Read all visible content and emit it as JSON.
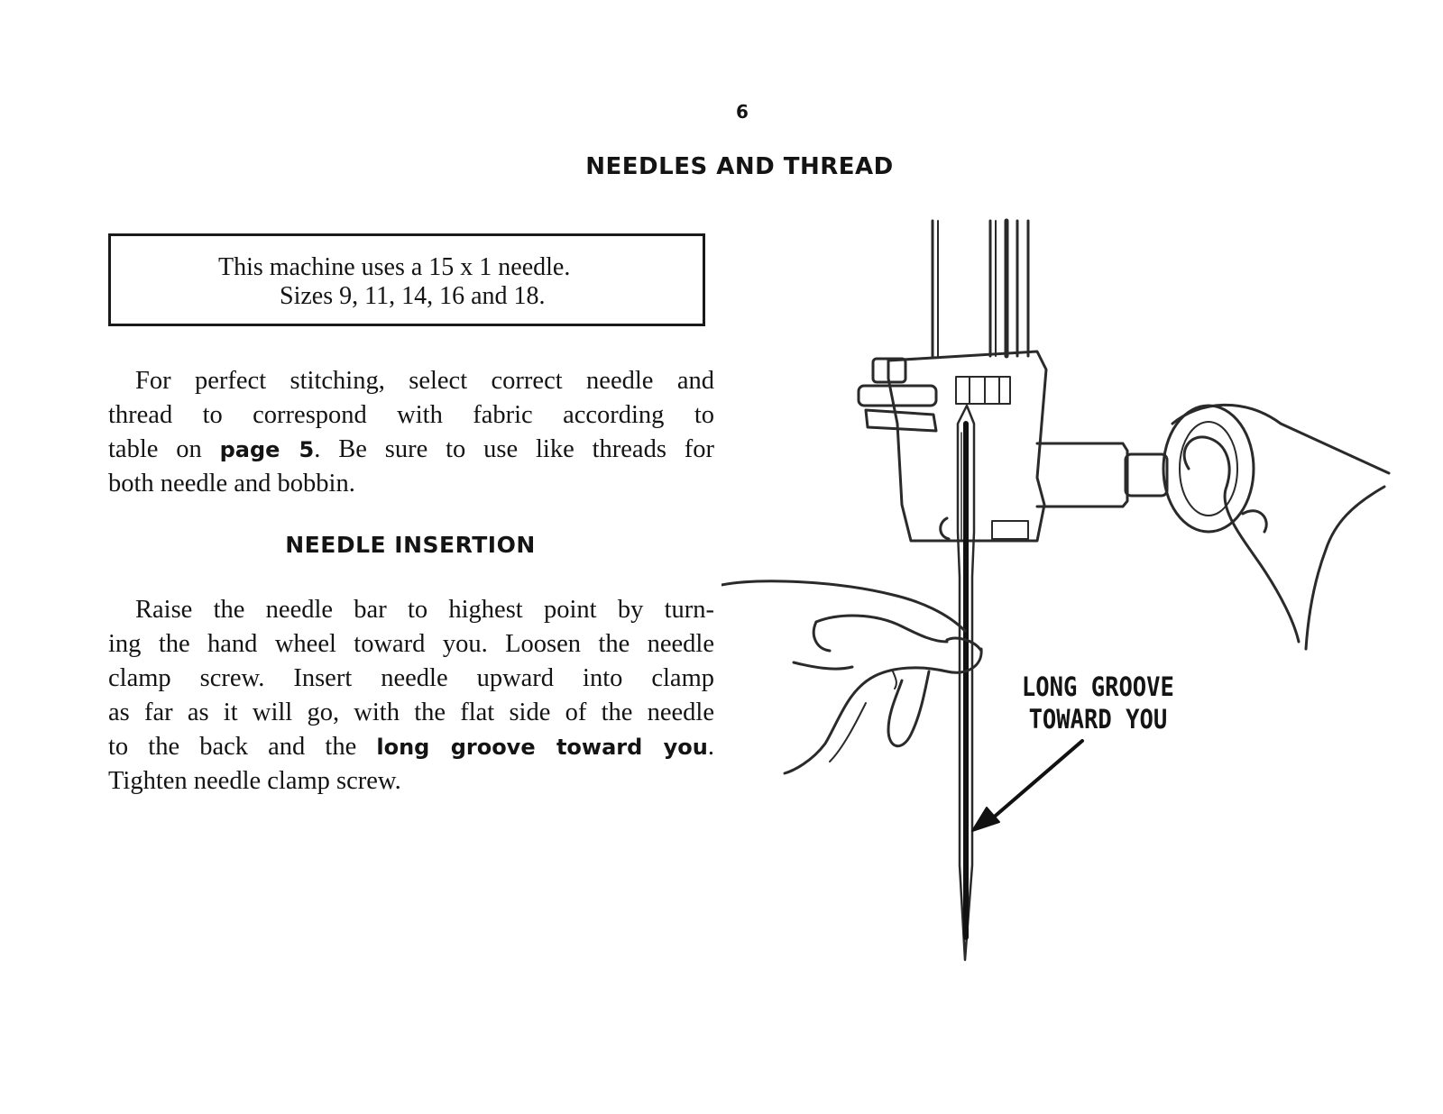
{
  "page": {
    "number": "6",
    "title": "NEEDLES AND THREAD"
  },
  "spec_box": {
    "line1": "This machine uses a 15 x 1 needle.",
    "line2": "Sizes 9, 11, 14, 16 and 18."
  },
  "intro": {
    "l1": "For perfect stitching, select correct needle and",
    "l2": "thread to correspond with fabric according to",
    "l3_a": "table on ",
    "l3_bold": "page 5",
    "l3_b": ". Be sure to use like threads for",
    "l4": "both needle and bobbin."
  },
  "insertion": {
    "heading": "NEEDLE INSERTION",
    "l1": "Raise the needle bar to highest point by turn-",
    "l2": "ing the hand wheel toward you. Loosen the needle",
    "l3": "clamp screw. Insert needle upward into clamp",
    "l4": "as far as it will go, with the flat side of the needle",
    "l5_a": "to the back and the ",
    "l5_bold": "long groove toward you",
    "l5_b": ".",
    "l6": "Tighten needle clamp screw."
  },
  "callout": {
    "line1": "LONG GROOVE",
    "line2": "TOWARD YOU"
  }
}
